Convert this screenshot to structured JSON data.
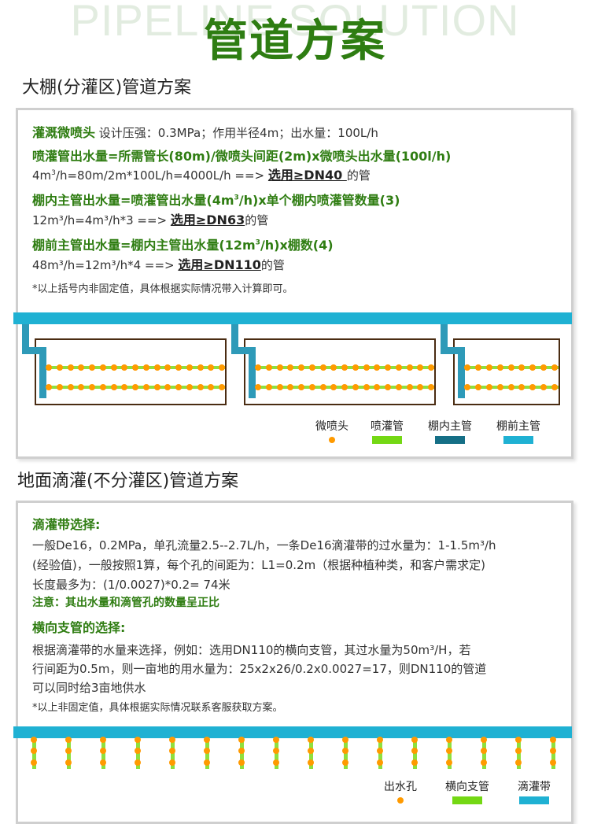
{
  "header": {
    "bg_title": "PIPELINE SOLUTION",
    "title": "管道方案"
  },
  "colors": {
    "title_green": "#2e7d12",
    "text_green": "#2f7d12",
    "front_main_pipe": "#1fb1d3",
    "inner_main_pipe": "#2e9ab8",
    "sprinkler_pipe": "#8ee03e",
    "sprinkler_head": "#ff9a00",
    "greenhouse_border": "#4a2c12",
    "legend_inner_main": "#156f86",
    "legend_spray_pipe": "#74d814"
  },
  "section1": {
    "title": "大棚(分灌区)管道方案",
    "lines": [
      {
        "label": "灌溉微喷头",
        "text": " 设计压强：0.3MPa；作用半径4m；出水量：100L/h"
      },
      {
        "label": "喷灌管出水量=所需管长(80m)/微喷头间距(2m)x微喷头出水量(100l/h)"
      },
      {
        "calc_pre": "4m",
        "calc_sup": "3",
        "calc_mid": "/h=80m/2m*100L/h=4000L/h ==>  ",
        "choice": "选用≥DN40 ",
        "suffix": "的管"
      },
      {
        "label_pre": "棚内主管出水量=喷灌管出水量(4m",
        "label_sup": "3",
        "label_post": "/h)x单个棚内喷灌管数量(3)"
      },
      {
        "calc": "12m³/h=4m³/h*3 ==>  ",
        "choice": " 选用≥DN63",
        "suffix": "的管"
      },
      {
        "label_pre": "棚前主管出水量=棚内主管出水量(12m",
        "label_sup": "3",
        "label_post": "/h)x棚数(4)"
      },
      {
        "calc": "48m³/h=12m³/h*4 ==>  ",
        "choice": "选用≥DN110",
        "suffix": "的管"
      }
    ],
    "note": "*以上括号内非固定值，具体根据实际情况带入计算即可。",
    "legend": [
      {
        "label": "微喷头",
        "icon": "orange-dot"
      },
      {
        "label": "喷灌管",
        "icon": "green-bar"
      },
      {
        "label": "棚内主管",
        "icon": "dark-teal-bar"
      },
      {
        "label": "棚前主管",
        "icon": "cyan-bar"
      }
    ],
    "greenhouse_count": 3
  },
  "section2": {
    "title": "地面滴灌(不分灌区)管道方案",
    "drip_title": "滴灌带选择:",
    "drip_lines": [
      "一般De16，0.2MPa，单孔流量2.5--2.7L/h，一条De16滴灌带的过水量为：1-1.5m³/h",
      "(经验值)，一般按照1算，每个孔的间距为：L1=0.2m（根据种植种类，和客户需求定)",
      "长度最多为：(1/0.0027)*0.2= 74米"
    ],
    "drip_note": "注意：其出水量和滴管孔的数量呈正比",
    "branch_title": "横向支管的选择:",
    "branch_lines": [
      "根据滴灌带的水量来选择，例如：选用DN110的横向支管，其过水量为50m³/H，若",
      "行间距为0.5m，则一亩地的用水量为：25x2x26/0.2x0.0027=17，则DN110的管道",
      "可以同时给3亩地供水"
    ],
    "note": "*以上非固定值，具体根据实际情况联系客服获取方案。",
    "legend": [
      {
        "label": "出水孔",
        "icon": "orange-dot"
      },
      {
        "label": "横向支管",
        "icon": "green-bar"
      },
      {
        "label": "滴灌带",
        "icon": "cyan-bar"
      }
    ],
    "drip_line_count": 16
  }
}
